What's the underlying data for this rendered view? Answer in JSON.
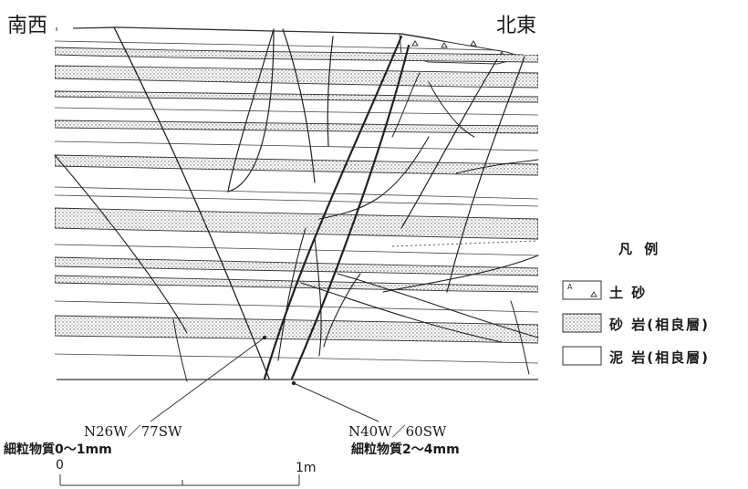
{
  "orientation": {
    "left": "南西",
    "right": "北東"
  },
  "legend": {
    "title": "凡 例",
    "items": [
      {
        "label": "土 砂",
        "swatch": "soil"
      },
      {
        "label": "砂 岩(相良層)",
        "swatch": "sandstone"
      },
      {
        "label": "泥 岩(相良層)",
        "swatch": "mudstone"
      }
    ]
  },
  "annotations": [
    {
      "line1": "N26W／77SW",
      "line2": "細粒物質0～1mm"
    },
    {
      "line1": "N40W／60SW",
      "line2": "細粒物質2～4mm"
    }
  ],
  "scale": {
    "start": "0",
    "end": "1m"
  }
}
